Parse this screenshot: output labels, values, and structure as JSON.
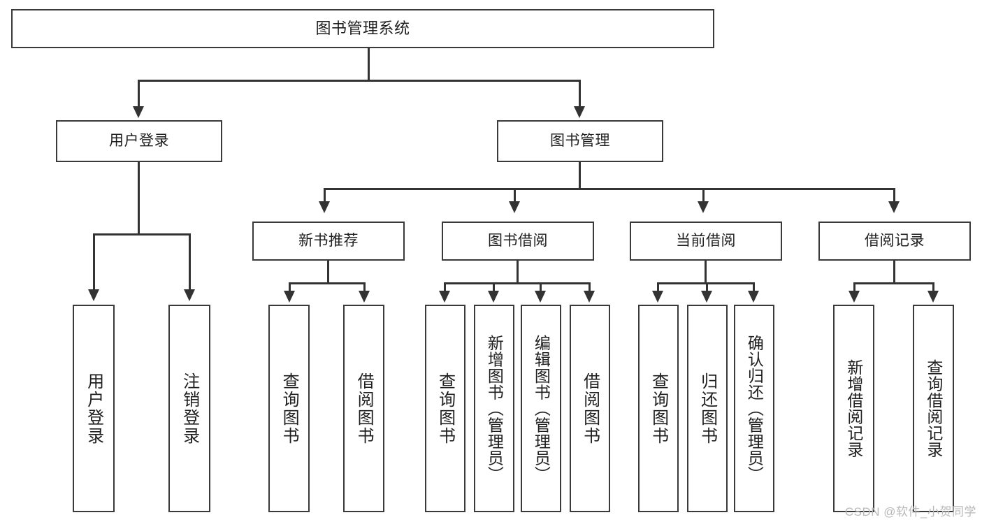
{
  "diagram": {
    "type": "tree-hierarchy",
    "title": "图书管理系统",
    "root": {
      "label": "图书管理系统"
    },
    "level2": [
      {
        "label": "用户登录"
      },
      {
        "label": "图书管理"
      }
    ],
    "level3": [
      {
        "label": "新书推荐"
      },
      {
        "label": "图书借阅"
      },
      {
        "label": "当前借阅"
      },
      {
        "label": "借阅记录"
      }
    ],
    "leaves": {
      "user_login": [
        {
          "label": "用户登录"
        },
        {
          "label": "注销登录"
        }
      ],
      "new_book_recommend": [
        {
          "label": "查询图书"
        },
        {
          "label": "借阅图书"
        }
      ],
      "book_borrow": [
        {
          "label": "查询图书"
        },
        {
          "label": "新增图书（管理员）"
        },
        {
          "label": "编辑图书（管理员）"
        },
        {
          "label": "借阅图书"
        }
      ],
      "current_borrow": [
        {
          "label": "查询图书"
        },
        {
          "label": "归还图书"
        },
        {
          "label": "确认归还（管理员）"
        }
      ],
      "borrow_record": [
        {
          "label": "新增借阅记录"
        },
        {
          "label": "查询借阅记录"
        }
      ]
    }
  },
  "watermark": {
    "text": "CSDN @软件_小贺同学"
  },
  "colors": {
    "border": "#3a3a3a",
    "line": "#333333",
    "background": "#ffffff",
    "text": "#1f1f1f",
    "watermark": "#b9b9b9"
  }
}
